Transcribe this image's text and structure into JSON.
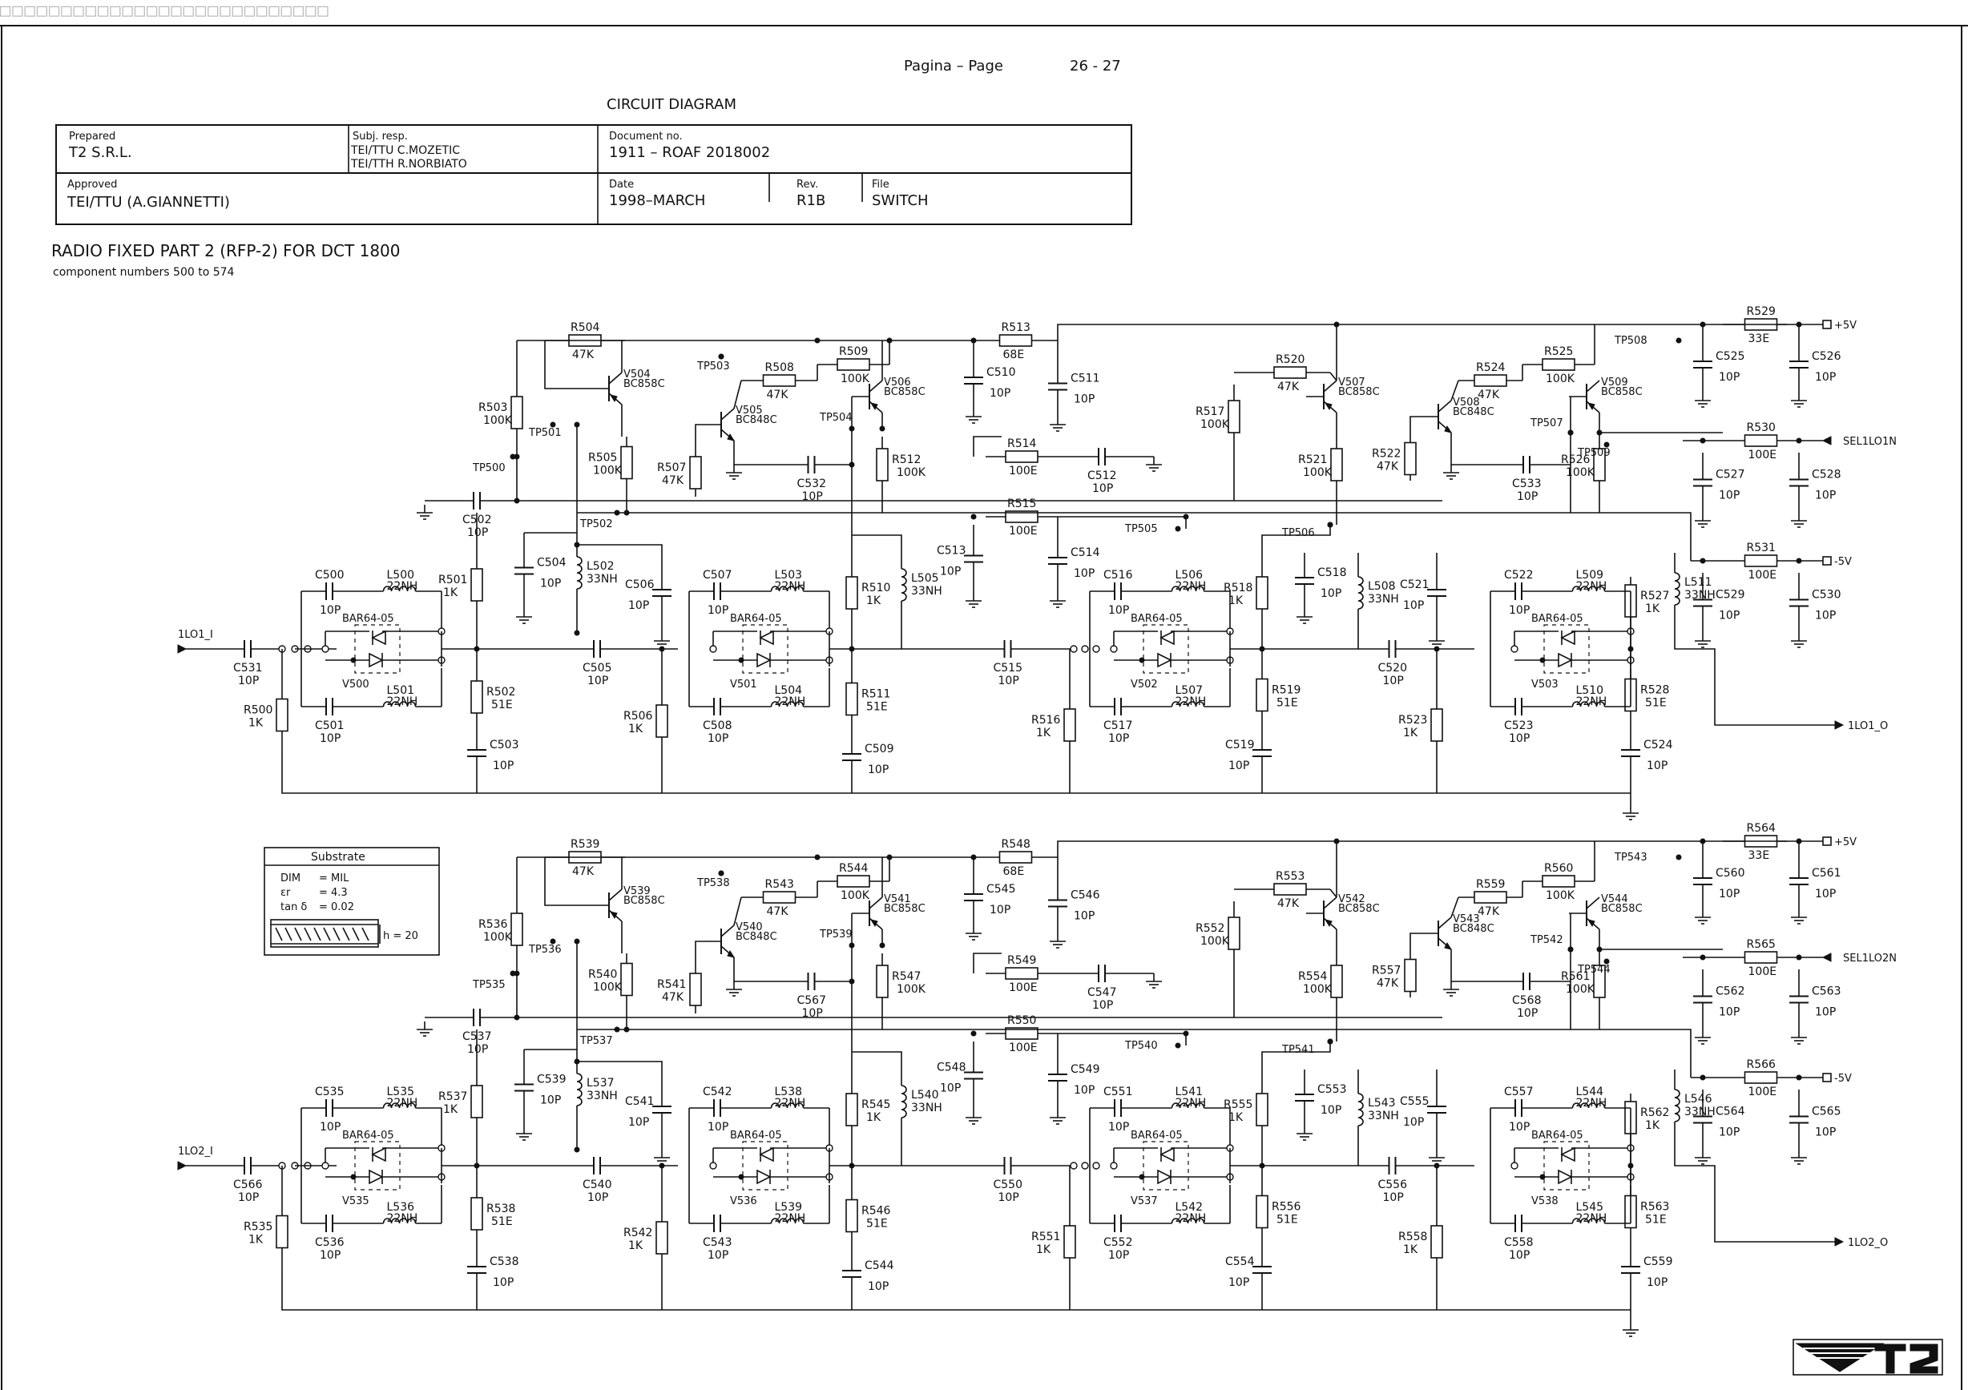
{
  "page": {
    "top_hint": "□□□□□□□□□□□□□□□□□□□□□□□□□□□",
    "pagina_label": "Pagina  –  Page",
    "page_numbers": "26 - 27",
    "diagram_title": "CIRCUIT DIAGRAM",
    "heading": "RADIO FIXED PART 2 (RFP-2) FOR DCT 1800",
    "subheading": "component numbers 500 to 574",
    "logo": "T2"
  },
  "title_block": {
    "prepared_label": "Prepared",
    "prepared_value": "T2 S.R.L.",
    "subj_label": "Subj. resp.",
    "subj_value_1": "TEI/TTU  C.MOZETIC",
    "subj_value_2": "TEI/TTH  R.NORBIATO",
    "doc_label": "Document  no.",
    "doc_value": "1911  –  ROAF 2018002",
    "approved_label": "Approved",
    "approved_value": "TEI/TTU  (A.GIANNETTI)",
    "date_label": "Date",
    "date_value": "1998–MARCH",
    "rev_label": "Rev.",
    "rev_value": "R1B",
    "file_label": "File",
    "file_value": "SWITCH"
  },
  "substrate": {
    "title": "Substrate",
    "dim": "DIM",
    "dim_val": "= MIL",
    "er": "εr",
    "er_val": "= 4.3",
    "tan": "tan  δ",
    "tan_val": "= 0.02",
    "h": "h = 20"
  },
  "ports": {
    "in1": "1LO1_I",
    "out1": "1LO1_O",
    "sel1": "SEL1LO1N",
    "in2": "1LO2_I",
    "out2": "1LO2_O",
    "sel2": "SEL1LO2N",
    "p5": "+5V",
    "m5": "-5V"
  },
  "channels": [
    {
      "R_in": [
        "R500",
        "1K"
      ],
      "C_in": [
        "C531",
        "10P"
      ],
      "C_top1": [
        "C500",
        "10P"
      ],
      "L_top1": [
        "L500",
        "22NH"
      ],
      "C_bot1": [
        "C501",
        "10P"
      ],
      "L_bot1": [
        "L501",
        "22NH"
      ],
      "D1": [
        "BAR64-05",
        "V500"
      ],
      "R_s1": [
        "R501",
        "1K"
      ],
      "R_s1b": [
        "R502",
        "51E"
      ],
      "C_s1": [
        "C503",
        "10P"
      ],
      "C_dec1": [
        "C502",
        "10P"
      ],
      "C_dec2": [
        "C504",
        "10P"
      ],
      "L_mid1": [
        "L502",
        "33NH"
      ],
      "C_mid": [
        "C505",
        "10P"
      ],
      "C_mid_sh": [
        "C506",
        "10P"
      ],
      "R_mid": [
        "R506",
        "1K"
      ],
      "C_top2": [
        "C507",
        "10P"
      ],
      "L_top2": [
        "L503",
        "22NH"
      ],
      "C_bot2": [
        "C508",
        "10P"
      ],
      "L_bot2": [
        "L504",
        "22NH"
      ],
      "D2": [
        "BAR64-05",
        "V501"
      ],
      "R_s2": [
        "R510",
        "1K"
      ],
      "R_s2b": [
        "R511",
        "51E"
      ],
      "C_s2": [
        "C509",
        "10P"
      ],
      "L_mid2": [
        "L505",
        "33NH"
      ],
      "R_bias": [
        "R504",
        "47K"
      ],
      "R_b2": [
        "R503",
        "100K"
      ],
      "R_e": [
        "R505",
        "100K"
      ],
      "Q1": [
        "V504",
        "BC858C"
      ],
      "R_pu": [
        "R507",
        "47K"
      ],
      "Q2": [
        "V505",
        "BC848C"
      ],
      "R_bb": [
        "R508",
        "47K"
      ],
      "R_c": [
        "R509",
        "100K"
      ],
      "Q3": [
        "V506",
        "BC858C"
      ],
      "R_o": [
        "R512",
        "100K"
      ],
      "C_q": [
        "C532",
        "10P"
      ],
      "TP_a": "TP500",
      "TP_b": "TP501",
      "TP_c": "TP502",
      "TP_d": "TP503",
      "TP_e": "TP504",
      "C_out": [
        "C515",
        "10P"
      ],
      "R_top": [
        "R513",
        "68E"
      ],
      "C_t1": [
        "C510",
        "10P"
      ],
      "C_t2": [
        "C511",
        "10P"
      ],
      "R_mid2": [
        "R514",
        "100E"
      ],
      "C_m2": [
        "C512",
        "10P"
      ],
      "R_m3": [
        "R515",
        "100E"
      ],
      "C_m3": [
        "C513",
        "10P"
      ],
      "C_m4": [
        "C514",
        "10P"
      ],
      "TP_f": "TP505",
      "TP_g": "TP506",
      "R_in2": [
        "R516",
        "1K"
      ],
      "C_top3": [
        "C516",
        "10P"
      ],
      "L_top3": [
        "L506",
        "22NH"
      ],
      "C_bot3": [
        "C517",
        "10P"
      ],
      "L_bot3": [
        "L507",
        "22NH"
      ],
      "D3": [
        "BAR64-05",
        "V502"
      ],
      "R_s3": [
        "R518",
        "1K"
      ],
      "R_s3b": [
        "R519",
        "51E"
      ],
      "C_s3": [
        "C519",
        "10P"
      ],
      "C_dec3": [
        "C518",
        "10P"
      ],
      "L_mid3": [
        "L508",
        "33NH"
      ],
      "C_mid3": [
        "C520",
        "10P"
      ],
      "C_mid3_sh": [
        "C521",
        "10P"
      ],
      "R_mid3": [
        "R523",
        "1K"
      ],
      "C_top4": [
        "C522",
        "10P"
      ],
      "L_top4": [
        "L509",
        "22NH"
      ],
      "C_bot4": [
        "C523",
        "10P"
      ],
      "L_bot4": [
        "L510",
        "22NH"
      ],
      "D4": [
        "BAR64-05",
        "V503"
      ],
      "R_s4": [
        "R527",
        "1K"
      ],
      "R_s4b": [
        "R528",
        "51E"
      ],
      "C_s4": [
        "C524",
        "10P"
      ],
      "L_mid4": [
        "L511",
        "33NH"
      ],
      "R_bias2": [
        "R520",
        "47K"
      ],
      "R_b3": [
        "R517",
        "100K"
      ],
      "R_e2": [
        "R521",
        "100K"
      ],
      "Q4": [
        "V507",
        "BC858C"
      ],
      "R_pu2": [
        "R522",
        "47K"
      ],
      "Q5": [
        "V508",
        "BC848C"
      ],
      "R_bb2": [
        "R524",
        "47K"
      ],
      "R_c2": [
        "R525",
        "100K"
      ],
      "Q6": [
        "V509",
        "BC858C"
      ],
      "R_o2": [
        "R526",
        "100K"
      ],
      "C_q2": [
        "C533",
        "10P"
      ],
      "TP_h": "TP507",
      "TP_i": "TP508",
      "TP_j": "TP509",
      "R_p5": [
        "R529",
        "33E"
      ],
      "C_p5a": [
        "C525",
        "10P"
      ],
      "C_p5b": [
        "C526",
        "10P"
      ],
      "R_sel": [
        "R530",
        "100E"
      ],
      "C_sela": [
        "C527",
        "10P"
      ],
      "C_selb": [
        "C528",
        "10P"
      ],
      "R_m5": [
        "R531",
        "100E"
      ],
      "C_m5a": [
        "C529",
        "10P"
      ],
      "C_m5b": [
        "C530",
        "10P"
      ]
    },
    {
      "R_in": [
        "R535",
        "1K"
      ],
      "C_in": [
        "C566",
        "10P"
      ],
      "C_top1": [
        "C535",
        "10P"
      ],
      "L_top1": [
        "L535",
        "22NH"
      ],
      "C_bot1": [
        "C536",
        "10P"
      ],
      "L_bot1": [
        "L536",
        "22NH"
      ],
      "D1": [
        "BAR64-05",
        "V535"
      ],
      "R_s1": [
        "R537",
        "1K"
      ],
      "R_s1b": [
        "R538",
        "51E"
      ],
      "C_s1": [
        "C538",
        "10P"
      ],
      "C_dec1": [
        "C537",
        "10P"
      ],
      "C_dec2": [
        "C539",
        "10P"
      ],
      "L_mid1": [
        "L537",
        "33NH"
      ],
      "C_mid": [
        "C540",
        "10P"
      ],
      "C_mid_sh": [
        "C541",
        "10P"
      ],
      "R_mid": [
        "R542",
        "1K"
      ],
      "C_top2": [
        "C542",
        "10P"
      ],
      "L_top2": [
        "L538",
        "22NH"
      ],
      "C_bot2": [
        "C543",
        "10P"
      ],
      "L_bot2": [
        "L539",
        "22NH"
      ],
      "D2": [
        "BAR64-05",
        "V536"
      ],
      "R_s2": [
        "R545",
        "1K"
      ],
      "R_s2b": [
        "R546",
        "51E"
      ],
      "C_s2": [
        "C544",
        "10P"
      ],
      "L_mid2": [
        "L540",
        "33NH"
      ],
      "R_bias": [
        "R539",
        "47K"
      ],
      "R_b2": [
        "R536",
        "100K"
      ],
      "R_e": [
        "R540",
        "100K"
      ],
      "Q1": [
        "V539",
        "BC858C"
      ],
      "R_pu": [
        "R541",
        "47K"
      ],
      "Q2": [
        "V540",
        "BC848C"
      ],
      "R_bb": [
        "R543",
        "47K"
      ],
      "R_c": [
        "R544",
        "100K"
      ],
      "Q3": [
        "V541",
        "BC858C"
      ],
      "R_o": [
        "R547",
        "100K"
      ],
      "C_q": [
        "C567",
        "10P"
      ],
      "TP_a": "TP535",
      "TP_b": "TP536",
      "TP_c": "TP537",
      "TP_d": "TP538",
      "TP_e": "TP539",
      "C_out": [
        "C550",
        "10P"
      ],
      "R_top": [
        "R548",
        "68E"
      ],
      "C_t1": [
        "C545",
        "10P"
      ],
      "C_t2": [
        "C546",
        "10P"
      ],
      "R_mid2": [
        "R549",
        "100E"
      ],
      "C_m2": [
        "C547",
        "10P"
      ],
      "R_m3": [
        "R550",
        "100E"
      ],
      "C_m3": [
        "C548",
        "10P"
      ],
      "C_m4": [
        "C549",
        "10P"
      ],
      "TP_f": "TP540",
      "TP_g": "TP541",
      "R_in2": [
        "R551",
        "1K"
      ],
      "C_top3": [
        "C551",
        "10P"
      ],
      "L_top3": [
        "L541",
        "22NH"
      ],
      "C_bot3": [
        "C552",
        "10P"
      ],
      "L_bot3": [
        "L542",
        "22NH"
      ],
      "D3": [
        "BAR64-05",
        "V537"
      ],
      "R_s3": [
        "R555",
        "1K"
      ],
      "R_s3b": [
        "R556",
        "51E"
      ],
      "C_s3": [
        "C554",
        "10P"
      ],
      "C_dec3": [
        "C553",
        "10P"
      ],
      "L_mid3": [
        "L543",
        "33NH"
      ],
      "C_mid3": [
        "C556",
        "10P"
      ],
      "C_mid3_sh": [
        "C555",
        "10P"
      ],
      "R_mid3": [
        "R558",
        "1K"
      ],
      "C_top4": [
        "C557",
        "10P"
      ],
      "L_top4": [
        "L544",
        "22NH"
      ],
      "C_bot4": [
        "C558",
        "10P"
      ],
      "L_bot4": [
        "L545",
        "22NH"
      ],
      "D4": [
        "BAR64-05",
        "V538"
      ],
      "R_s4": [
        "R562",
        "1K"
      ],
      "R_s4b": [
        "R563",
        "51E"
      ],
      "C_s4": [
        "C559",
        "10P"
      ],
      "L_mid4": [
        "L546",
        "33NH"
      ],
      "R_bias2": [
        "R553",
        "47K"
      ],
      "R_b3": [
        "R552",
        "100K"
      ],
      "R_e2": [
        "R554",
        "100K"
      ],
      "Q4": [
        "V542",
        "BC858C"
      ],
      "R_pu2": [
        "R557",
        "47K"
      ],
      "Q5": [
        "V543",
        "BC848C"
      ],
      "R_bb2": [
        "R559",
        "47K"
      ],
      "R_c2": [
        "R560",
        "100K"
      ],
      "Q6": [
        "V544",
        "BC858C"
      ],
      "R_o2": [
        "R561",
        "100K"
      ],
      "C_q2": [
        "C568",
        "10P"
      ],
      "TP_h": "TP542",
      "TP_i": "TP543",
      "TP_j": "TP544",
      "R_p5": [
        "R564",
        "33E"
      ],
      "C_p5a": [
        "C560",
        "10P"
      ],
      "C_p5b": [
        "C561",
        "10P"
      ],
      "R_sel": [
        "R565",
        "100E"
      ],
      "C_sela": [
        "C562",
        "10P"
      ],
      "C_selb": [
        "C563",
        "10P"
      ],
      "R_m5": [
        "R566",
        "100E"
      ],
      "C_m5a": [
        "C564",
        "10P"
      ],
      "C_m5b": [
        "C565",
        "10P"
      ]
    }
  ]
}
